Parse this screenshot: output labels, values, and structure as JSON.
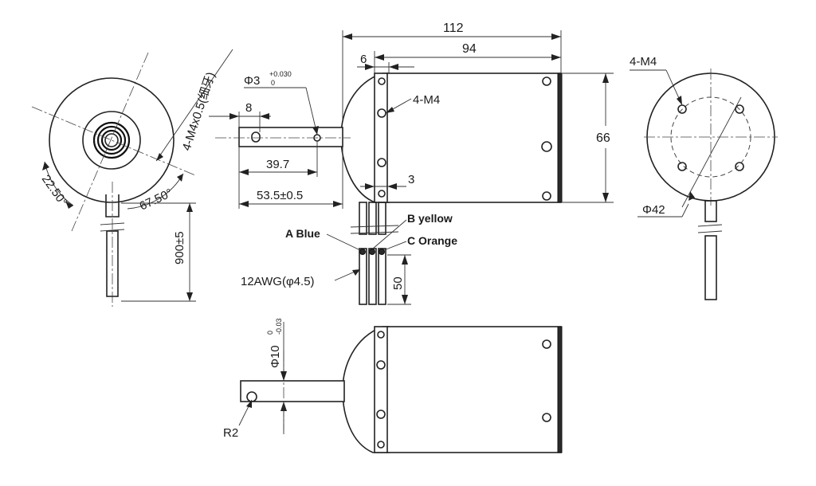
{
  "dimensions": {
    "total_length": "112",
    "body_length": "94",
    "flange_offset": "6",
    "shaft_flat": "8",
    "pin_hole_dia": "Φ3",
    "pin_hole_tol_upper": "+0.030",
    "pin_hole_tol_lower": "0",
    "shaft_to_hole": "39.7",
    "shaft_length": "53.5±0.5",
    "flange_thickness": "3",
    "body_height": "66",
    "front_holes": "4-M4",
    "rear_holes": "4-M4",
    "bolt_circle": "Φ42",
    "thread_spec": "4-M4x0.5(细牙)",
    "angle_a": "22.50°",
    "angle_b": "67.50°",
    "cable_length": "900±5",
    "wire_gauge": "12AWG(φ4.5)",
    "lead_length": "50",
    "shaft_dia": "Φ10",
    "shaft_dia_tol_upper": "0",
    "shaft_dia_tol_lower": "-0.03",
    "keyway_radius": "R2"
  },
  "wires": {
    "a": "A Blue",
    "b": "B yellow",
    "c": "C Orange"
  }
}
